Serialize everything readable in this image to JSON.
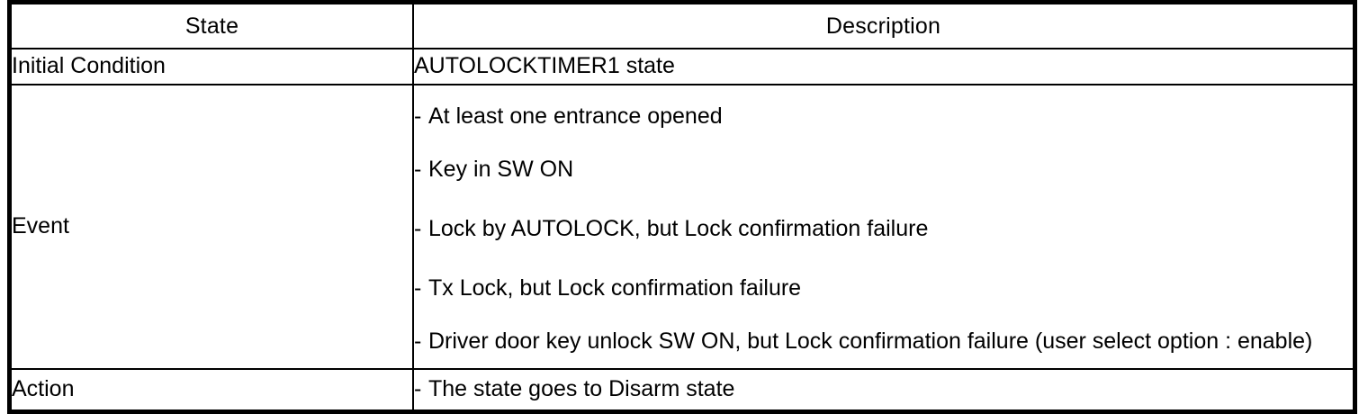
{
  "table": {
    "headers": {
      "state": "State",
      "description": "Description"
    },
    "rows": [
      {
        "label": "Initial Condition",
        "type": "text",
        "value": "AUTOLOCKTIMER1 state"
      },
      {
        "label": "Event",
        "type": "bullets",
        "bullet_marker": "-",
        "items": [
          "At least one entrance opened",
          "Key in SW ON",
          "Lock by AUTOLOCK, but Lock confirmation failure",
          "Tx Lock, but Lock confirmation failure",
          "Driver door key unlock SW ON, but Lock confirmation failure (user select option : enable)"
        ]
      },
      {
        "label": "Action",
        "type": "bullets",
        "bullet_marker": "-",
        "items": [
          "The state goes to Disarm state"
        ]
      }
    ]
  },
  "colors": {
    "border": "#000000",
    "text": "#000000",
    "background": "#ffffff"
  }
}
